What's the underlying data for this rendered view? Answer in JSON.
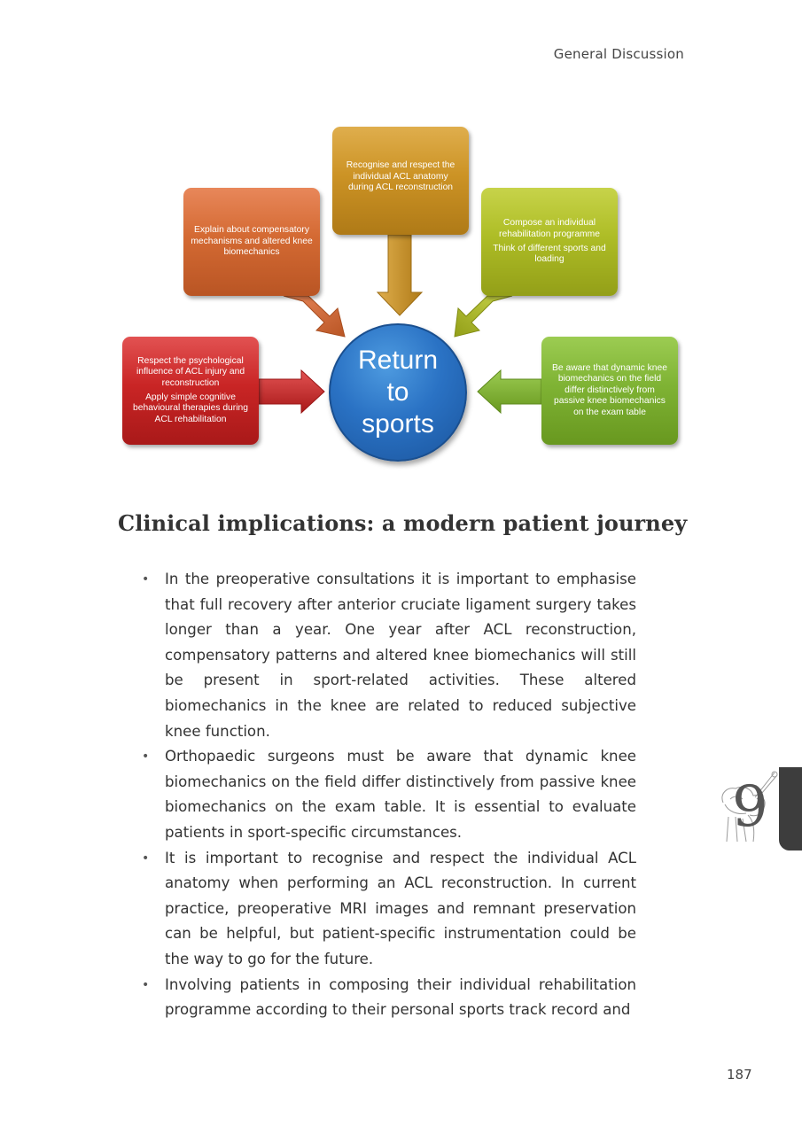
{
  "header": {
    "running_head": "General Discussion"
  },
  "diagram": {
    "center": "Return\nto\nsports",
    "boxes": {
      "compensatory": [
        "Explain about compensatory mechanisms and altered knee biomechanics"
      ],
      "anatomy": [
        "Recognise and respect the individual ACL anatomy during ACL reconstruction"
      ],
      "rehabilitation": [
        "Compose an individual rehabilitation programme",
        "Think of different sports and loading"
      ],
      "psychological": [
        "Respect the psychological influence of ACL injury and reconstruction",
        "Apply simple cognitive behavioural therapies during ACL rehabilitation"
      ],
      "dynamic": [
        "Be aware that dynamic knee biomechanics on the field differ distinctively from passive knee biomechanics on the exam table"
      ]
    },
    "colors": {
      "orange": "#d46a33",
      "gold": "#cc9325",
      "lime": "#aebd26",
      "red": "#c92525",
      "green": "#7fb334",
      "blue": "#2a72c4"
    }
  },
  "section": {
    "title": "Clinical implications: a modern patient journey",
    "bullets": [
      "In the preoperative consultations it is important to emphasise that full recovery after anterior cruciate ligament surgery takes longer than a year. One year after ACL reconstruction, compensatory patterns and altered knee biomechanics will still be present in sport-related activities. These altered biomechanics in the knee are related to reduced subjective knee function.",
      "Orthopaedic surgeons must be aware that dynamic knee biomechanics on the field differ distinctively from passive knee biomechanics on the exam table. It is essential to evaluate patients in sport-specific circumstances.",
      "It is important to recognise and respect the individual ACL anatomy when performing an ACL reconstruction. In current practice, preoperative MRI images and remnant preservation can be helpful, but patient-specific instrumentation could be the way to go for the future.",
      "Involving patients in composing their individual rehabilitation programme according to their personal sports track record and"
    ]
  },
  "chapter": {
    "number": "9"
  },
  "footer": {
    "page_number": "187"
  }
}
